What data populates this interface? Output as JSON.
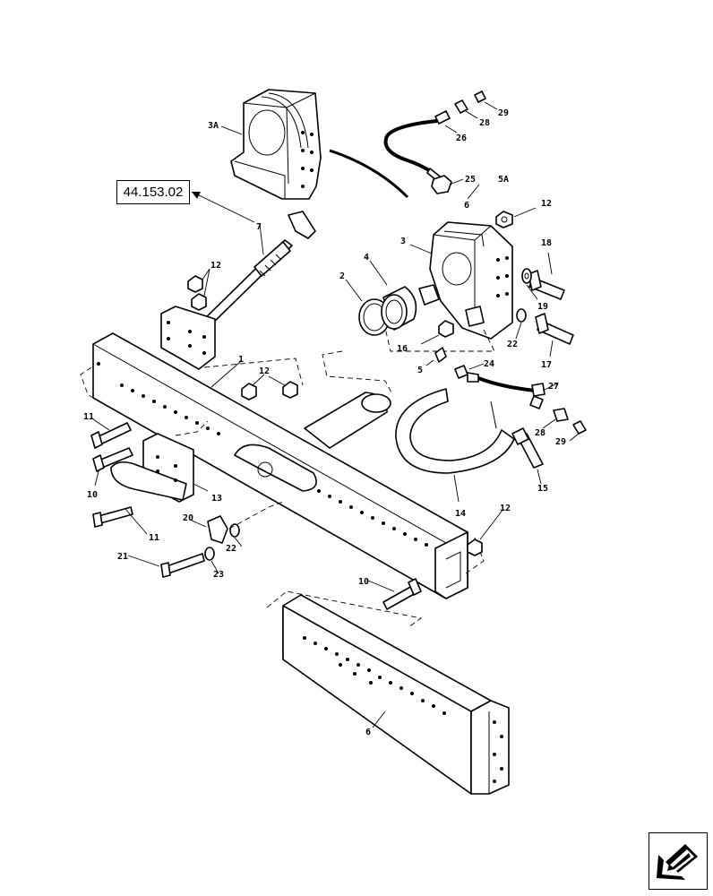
{
  "diagram": {
    "reference_link": "44.153.02",
    "callouts": [
      {
        "id": "c-3a",
        "text": "3A"
      },
      {
        "id": "c-29a",
        "text": "29"
      },
      {
        "id": "c-28a",
        "text": "28"
      },
      {
        "id": "c-26",
        "text": "26"
      },
      {
        "id": "c-25",
        "text": "25"
      },
      {
        "id": "c-5a",
        "text": "5A"
      },
      {
        "id": "c-6a",
        "text": "6"
      },
      {
        "id": "c-12a",
        "text": "12"
      },
      {
        "id": "c-3",
        "text": "3"
      },
      {
        "id": "c-7",
        "text": "7"
      },
      {
        "id": "c-12b",
        "text": "12"
      },
      {
        "id": "c-18",
        "text": "18"
      },
      {
        "id": "c-4",
        "text": "4"
      },
      {
        "id": "c-2",
        "text": "2"
      },
      {
        "id": "c-19",
        "text": "19"
      },
      {
        "id": "c-16",
        "text": "16"
      },
      {
        "id": "c-22a",
        "text": "22"
      },
      {
        "id": "c-17",
        "text": "17"
      },
      {
        "id": "c-5",
        "text": "5"
      },
      {
        "id": "c-24",
        "text": "24"
      },
      {
        "id": "c-1",
        "text": "1"
      },
      {
        "id": "c-12c",
        "text": "12"
      },
      {
        "id": "c-27",
        "text": "27"
      },
      {
        "id": "c-11a",
        "text": "11"
      },
      {
        "id": "c-28b",
        "text": "28"
      },
      {
        "id": "c-29b",
        "text": "29"
      },
      {
        "id": "c-10a",
        "text": "10"
      },
      {
        "id": "c-13",
        "text": "13"
      },
      {
        "id": "c-15",
        "text": "15"
      },
      {
        "id": "c-14",
        "text": "14"
      },
      {
        "id": "c-20",
        "text": "20"
      },
      {
        "id": "c-11b",
        "text": "11"
      },
      {
        "id": "c-22b",
        "text": "22"
      },
      {
        "id": "c-12d",
        "text": "12"
      },
      {
        "id": "c-21",
        "text": "21"
      },
      {
        "id": "c-23",
        "text": "23"
      },
      {
        "id": "c-10b",
        "text": "10"
      },
      {
        "id": "c-6b",
        "text": "6"
      }
    ]
  }
}
